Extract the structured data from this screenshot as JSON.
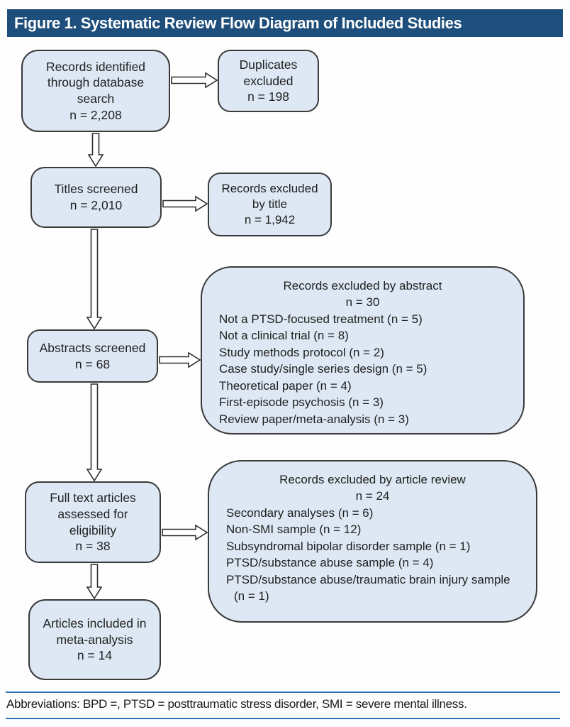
{
  "figure": {
    "title": "Figure 1. Systematic Review Flow Diagram of Included Studies"
  },
  "flow": {
    "identified": {
      "label": "Records identified through database search",
      "count": "n = 2,208"
    },
    "duplicates_excluded": {
      "label": "Duplicates excluded",
      "count": "n = 198"
    },
    "titles_screened": {
      "label": "Titles screened",
      "count": "n = 2,010"
    },
    "excluded_by_title": {
      "label": "Records excluded by title",
      "count": "n = 1,942"
    },
    "abstracts_screened": {
      "label": "Abstracts screened",
      "count": "n = 68"
    },
    "excluded_by_abstract": {
      "title": "Records excluded by abstract",
      "count": "n = 30",
      "reasons": [
        "Not a PTSD-focused treatment (n = 5)",
        "Not a clinical trial (n = 8)",
        "Study methods protocol (n = 2)",
        "Case study/single series design (n = 5)",
        "Theoretical paper (n = 4)",
        "First-episode psychosis (n = 3)",
        "Review paper/meta-analysis (n = 3)"
      ]
    },
    "full_text_assessed": {
      "label": "Full text articles assessed for eligibility",
      "count": "n = 38"
    },
    "excluded_by_article_review": {
      "title": "Records excluded by article review",
      "count": "n = 24",
      "reasons": [
        "Secondary analyses (n = 6)",
        "Non-SMI sample (n = 12)",
        "Subsyndromal bipolar disorder sample (n = 1)",
        "PTSD/substance abuse sample (n = 4)",
        "PTSD/substance abuse/traumatic brain injury sample (n = 1)"
      ]
    },
    "included_meta_analysis": {
      "label": "Articles included in meta-analysis",
      "count": "n = 14"
    }
  },
  "footer": {
    "abbreviations": "Abbreviations: BPD =, PTSD = posttraumatic stress disorder, SMI = severe mental illness."
  },
  "colors": {
    "title_bar": "#1e4e7b",
    "node_fill": "#dde8f4",
    "node_border": "#3a3a3a",
    "footer_rule": "#2e74b5",
    "arrow_outline": "#2e2e2e"
  }
}
